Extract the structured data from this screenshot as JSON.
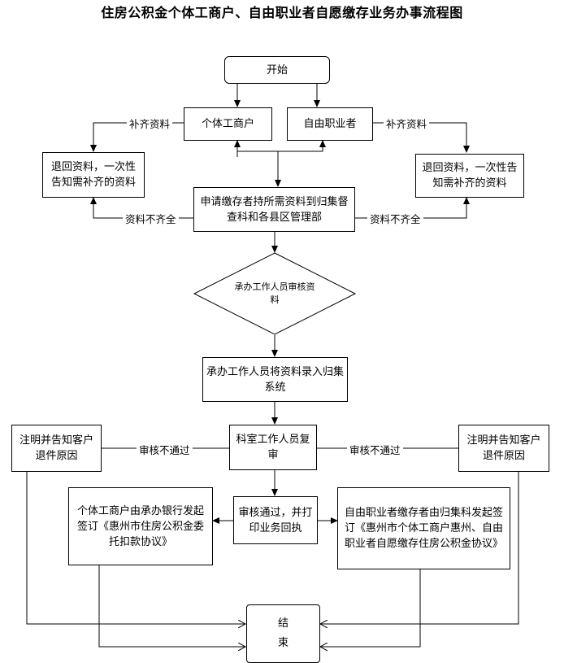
{
  "title": "住房公积金个体工商户、自由职业者自愿缴存业务办事流程图",
  "nodes": {
    "start": "开始",
    "individual_business": "个体工商户",
    "freelancer": "自由职业者",
    "return_left": "退回资料，一次性告知需补齐的资料",
    "return_right": "退回资料，一次性告知需补齐的资料",
    "submit_materials": "申请缴存者持所需资料到归集督查科和各县区管理部",
    "review_decision": "承办工作人员审核资料",
    "enter_system": "承办工作人员将资料录入归集系统",
    "recheck": "科室工作人员复审",
    "note_left": "注明并告知客户退件原因",
    "note_right": "注明并告知客户退件原因",
    "approved_print": "审核通过，并打印业务回执",
    "sign_business": "个体工商户由承办银行发起签订《惠州市住房公积金委托扣款协议》",
    "sign_freelancer": "自由职业者缴存者由归集科发起签订《惠州市个体工商户惠州、自由职业者自愿缴存住房公积金协议》",
    "end_char1": "结",
    "end_char2": "束"
  },
  "edge_labels": {
    "supplement_left": "补齐资料",
    "supplement_right": "补齐资料",
    "incomplete_left": "资料不齐全",
    "incomplete_right": "资料不齐全",
    "fail_left": "审核不通过",
    "fail_right": "审核不通过"
  }
}
